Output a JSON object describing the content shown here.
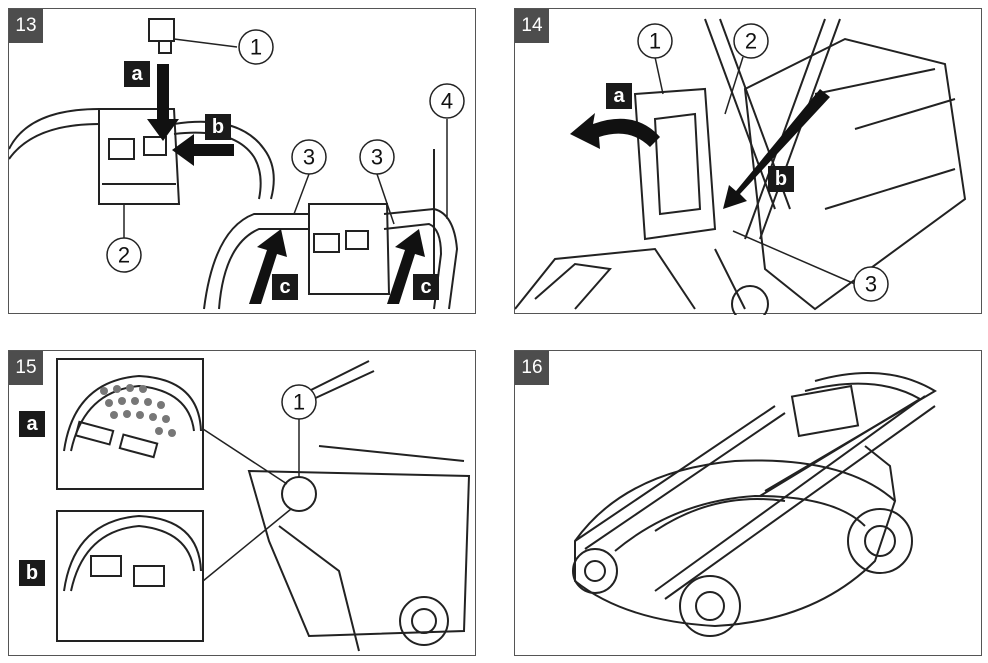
{
  "figures": [
    {
      "number": "13",
      "callouts": [
        "1",
        "2",
        "3",
        "3",
        "4"
      ],
      "letters": [
        "a",
        "b",
        "c",
        "c"
      ]
    },
    {
      "number": "14",
      "callouts": [
        "1",
        "2",
        "3"
      ],
      "letters": [
        "a",
        "b"
      ]
    },
    {
      "number": "15",
      "callouts": [
        "1"
      ],
      "letters": [
        "a",
        "b"
      ]
    },
    {
      "number": "16",
      "callouts": [],
      "letters": []
    }
  ],
  "colors": {
    "line": "#222222",
    "badge": "#4d4d4d",
    "border": "#555555"
  },
  "icons": [
    "arrow-icon",
    "callout-circle-icon"
  ]
}
